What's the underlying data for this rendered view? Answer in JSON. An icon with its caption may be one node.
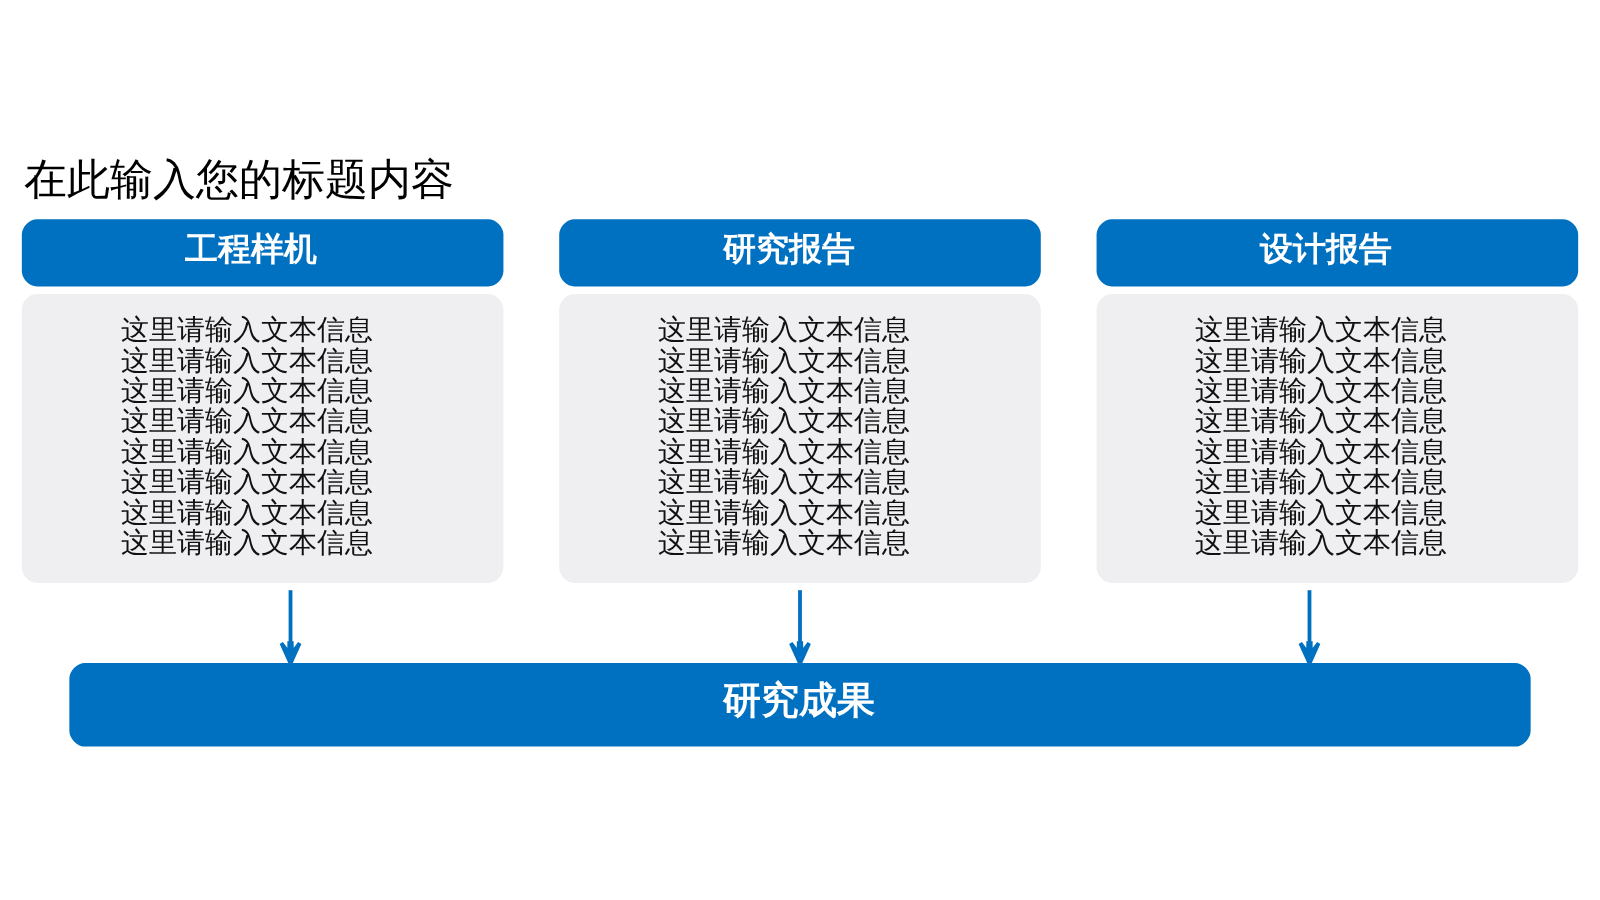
{
  "diagram": {
    "title": "在此输入您的标题内容",
    "nodes": [
      {
        "text": [
          "工程样机",
          "这里请输入文本信息",
          "这里请输入文本信息",
          "这里请输入文本信息",
          "这里请输入文本信息",
          "这里请输入文本信息",
          "这里请输入文本信息",
          "这里请输入文本信息",
          "这里请输入文本信息"
        ]
      },
      {
        "text": [
          "研究报告",
          "这里请输入文本信息",
          "这里请输入文本信息",
          "这里请输入文本信息",
          "这里请输入文本信息",
          "这里请输入文本信息",
          "这里请输入文本信息",
          "这里请输入文本信息",
          "这里请输入文本信息"
        ]
      },
      {
        "text": [
          "设计报告",
          "这里请输入文本信息",
          "这里请输入文本信息",
          "这里请输入文本信息",
          "这里请输入文本信息",
          "这里请输入文本信息",
          "这里请输入文本信息",
          "这里请输入文本信息",
          "这里请输入文本信息"
        ]
      },
      {
        "text": [
          "研究成果"
        ]
      }
    ],
    "edges": [
      {
        "from": 0,
        "to": 3,
        "arrow": "to"
      },
      {
        "from": 1,
        "to": 3,
        "arrow": "to"
      },
      {
        "from": 2,
        "to": 3,
        "arrow": "to"
      }
    ]
  }
}
